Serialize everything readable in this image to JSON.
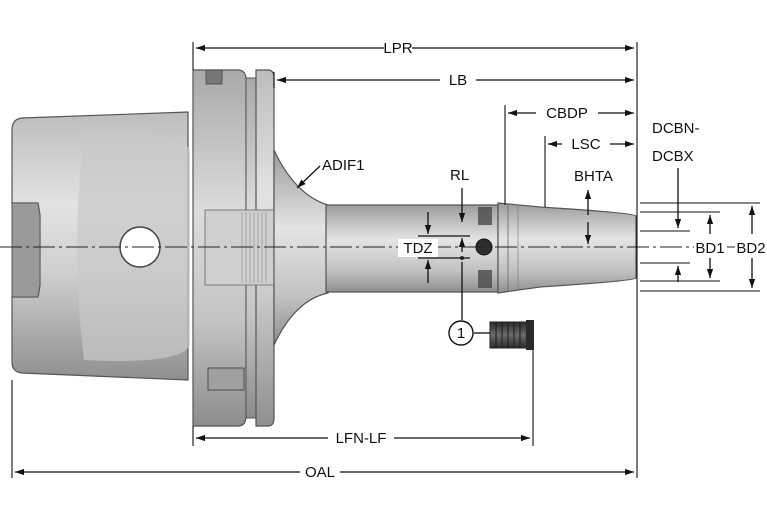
{
  "labels": {
    "lpr": "LPR",
    "lb": "LB",
    "cbdp": "CBDP",
    "lsc": "LSC",
    "dcbn_line1": "DCBN-",
    "dcbn_line2": "DCBX",
    "adif1": "ADIF1",
    "rl": "RL",
    "bhta": "BHTA",
    "tdz": "TDZ",
    "bd1": "BD1",
    "bd2": "BD2",
    "callout_1": "1",
    "lfn_lf": "LFN-LF",
    "oal": "OAL"
  },
  "colors": {
    "line": "#111111",
    "metal_light": "#d6d6d6",
    "metal_mid": "#b4b4b4",
    "metal_dark": "#8a8a8a",
    "screw": "#3a3a3a"
  }
}
